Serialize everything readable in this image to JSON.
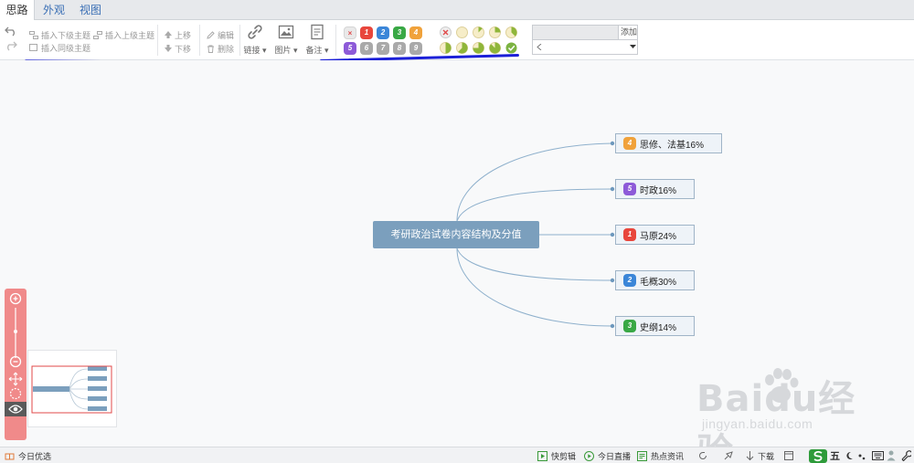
{
  "tabs": [
    {
      "label": "思路",
      "active": true
    },
    {
      "label": "外观",
      "active": false
    },
    {
      "label": "视图",
      "active": false
    }
  ],
  "toolbar": {
    "insert_child": "插入下级主题",
    "insert_parent": "插入上级主题",
    "insert_sibling": "插入同级主题",
    "move_up": "上移",
    "move_down": "下移",
    "edit": "编辑",
    "delete": "删除",
    "link": "链接",
    "image": "图片",
    "note": "备注",
    "add": "添加",
    "priority_badges": [
      {
        "label": "×",
        "color": "#e9e9e9"
      },
      {
        "label": "1",
        "color": "#e8463c"
      },
      {
        "label": "2",
        "color": "#3b86d8"
      },
      {
        "label": "3",
        "color": "#39a845"
      },
      {
        "label": "4",
        "color": "#f0a23b"
      },
      {
        "label": "5",
        "color": "#8d5ad8"
      },
      {
        "label": "6",
        "color": "#a9a9a9"
      },
      {
        "label": "7",
        "color": "#a9a9a9"
      },
      {
        "label": "8",
        "color": "#a9a9a9"
      },
      {
        "label": "9",
        "color": "#a9a9a9"
      }
    ],
    "progress_icons": [
      "remove",
      "0%",
      "12.5%",
      "25%",
      "37.5%",
      "50%",
      "62.5%",
      "75%",
      "87.5%",
      "done"
    ]
  },
  "mindmap": {
    "root": "考研政治试卷内容结构及分值",
    "children": [
      {
        "badge": "4",
        "badge_color": "#f0a23b",
        "label": "思修、法基16%"
      },
      {
        "badge": "5",
        "badge_color": "#8d5ad8",
        "label": "时政16%"
      },
      {
        "badge": "1",
        "badge_color": "#e8463c",
        "label": "马原24%"
      },
      {
        "badge": "2",
        "badge_color": "#3b86d8",
        "label": "毛概30%"
      },
      {
        "badge": "3",
        "badge_color": "#39a845",
        "label": "史纲14%"
      }
    ],
    "line_color": "#8eb0cc"
  },
  "statusbar": {
    "left": "今日优选",
    "items": [
      "快剪辑",
      "今日直播",
      "热点资讯",
      "下载"
    ],
    "ime": "五"
  },
  "watermark": {
    "main": "Baidu经验",
    "url": "jingyan.baidu.com"
  }
}
